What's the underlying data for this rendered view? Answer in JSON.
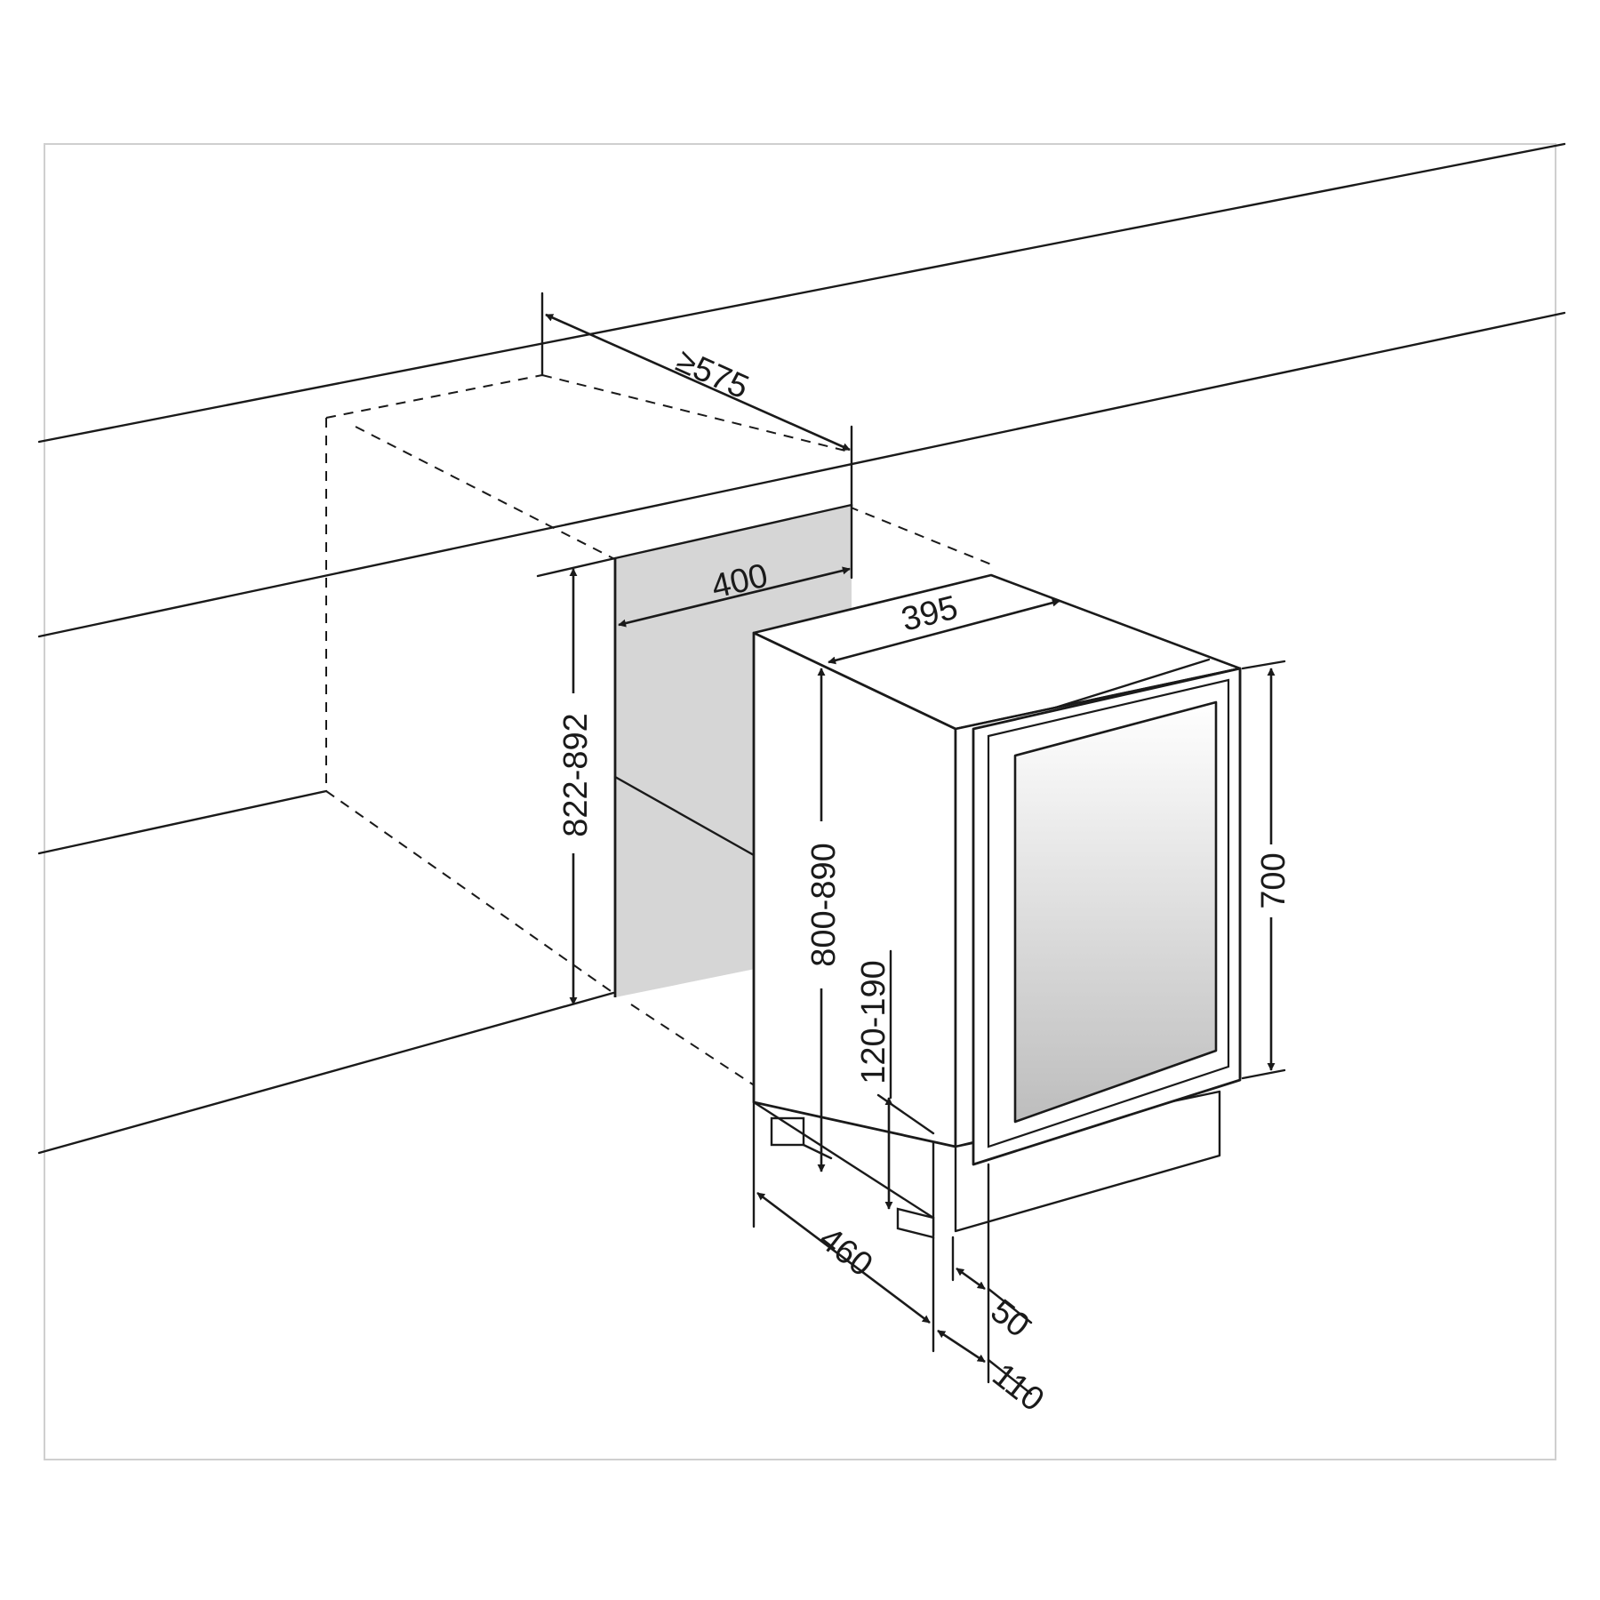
{
  "diagram": {
    "dimensions": {
      "niche_depth": "575",
      "niche_depth_prefix": "≥",
      "niche_width": "400",
      "appliance_width": "395",
      "niche_height": "822-892",
      "appliance_height": "800-890",
      "door_height": "700",
      "plinth_height": "120-190",
      "appliance_depth": "460",
      "door_thickness": "50",
      "door_offset": "110"
    },
    "colors": {
      "line": "#1a1a1a",
      "panel": "#d6d6d6",
      "glass_light": "#ffffff",
      "glass_dark": "#bdbdbd"
    }
  }
}
